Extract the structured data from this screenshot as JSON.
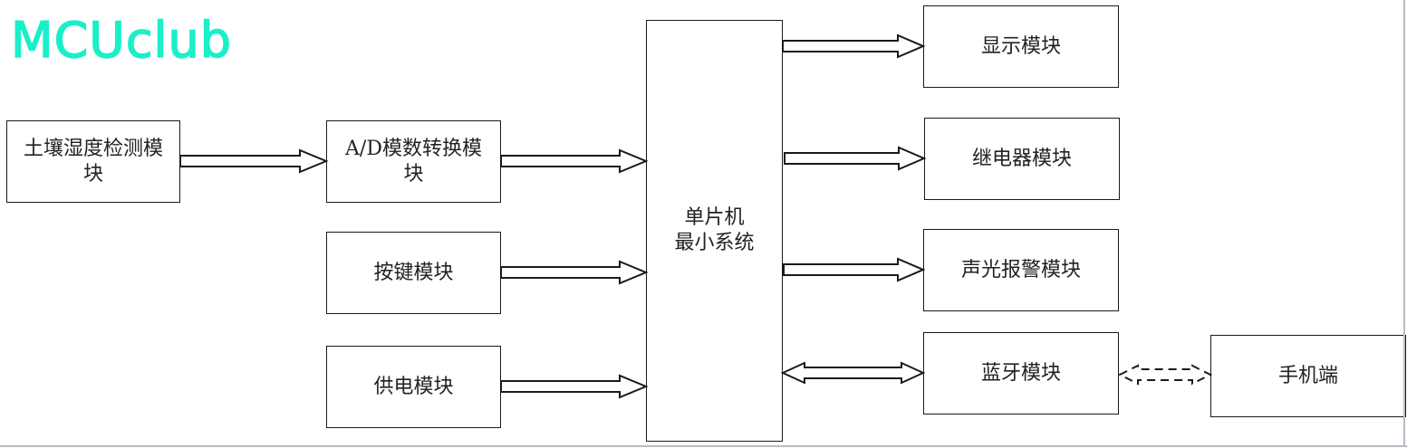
{
  "watermark": "MCUclub",
  "colors": {
    "watermark": "#19f0c8",
    "stroke": "#1a1a1a",
    "frame": "#b9bcc4"
  },
  "blocks": {
    "soil_sensor": {
      "line1": "土壤湿度检测模",
      "line2": "块"
    },
    "adc": {
      "line1": "A/D模数转换模",
      "line2": "块"
    },
    "keys": {
      "label": "按键模块"
    },
    "power": {
      "label": "供电模块"
    },
    "mcu": {
      "line1": "单片机",
      "line2": "最小系统"
    },
    "display": {
      "label": "显示模块"
    },
    "relay": {
      "label": "继电器模块"
    },
    "alarm": {
      "label": "声光报警模块"
    },
    "bluetooth": {
      "label": "蓝牙模块"
    },
    "phone": {
      "label": "手机端"
    }
  },
  "connections": [
    {
      "from": "soil_sensor",
      "to": "adc",
      "type": "one-way"
    },
    {
      "from": "adc",
      "to": "mcu",
      "type": "one-way"
    },
    {
      "from": "keys",
      "to": "mcu",
      "type": "one-way"
    },
    {
      "from": "power",
      "to": "mcu",
      "type": "one-way"
    },
    {
      "from": "mcu",
      "to": "display",
      "type": "one-way"
    },
    {
      "from": "mcu",
      "to": "relay",
      "type": "one-way"
    },
    {
      "from": "mcu",
      "to": "alarm",
      "type": "one-way"
    },
    {
      "from": "mcu",
      "to": "bluetooth",
      "type": "two-way"
    },
    {
      "from": "bluetooth",
      "to": "phone",
      "type": "two-way-wireless-dashed"
    }
  ]
}
